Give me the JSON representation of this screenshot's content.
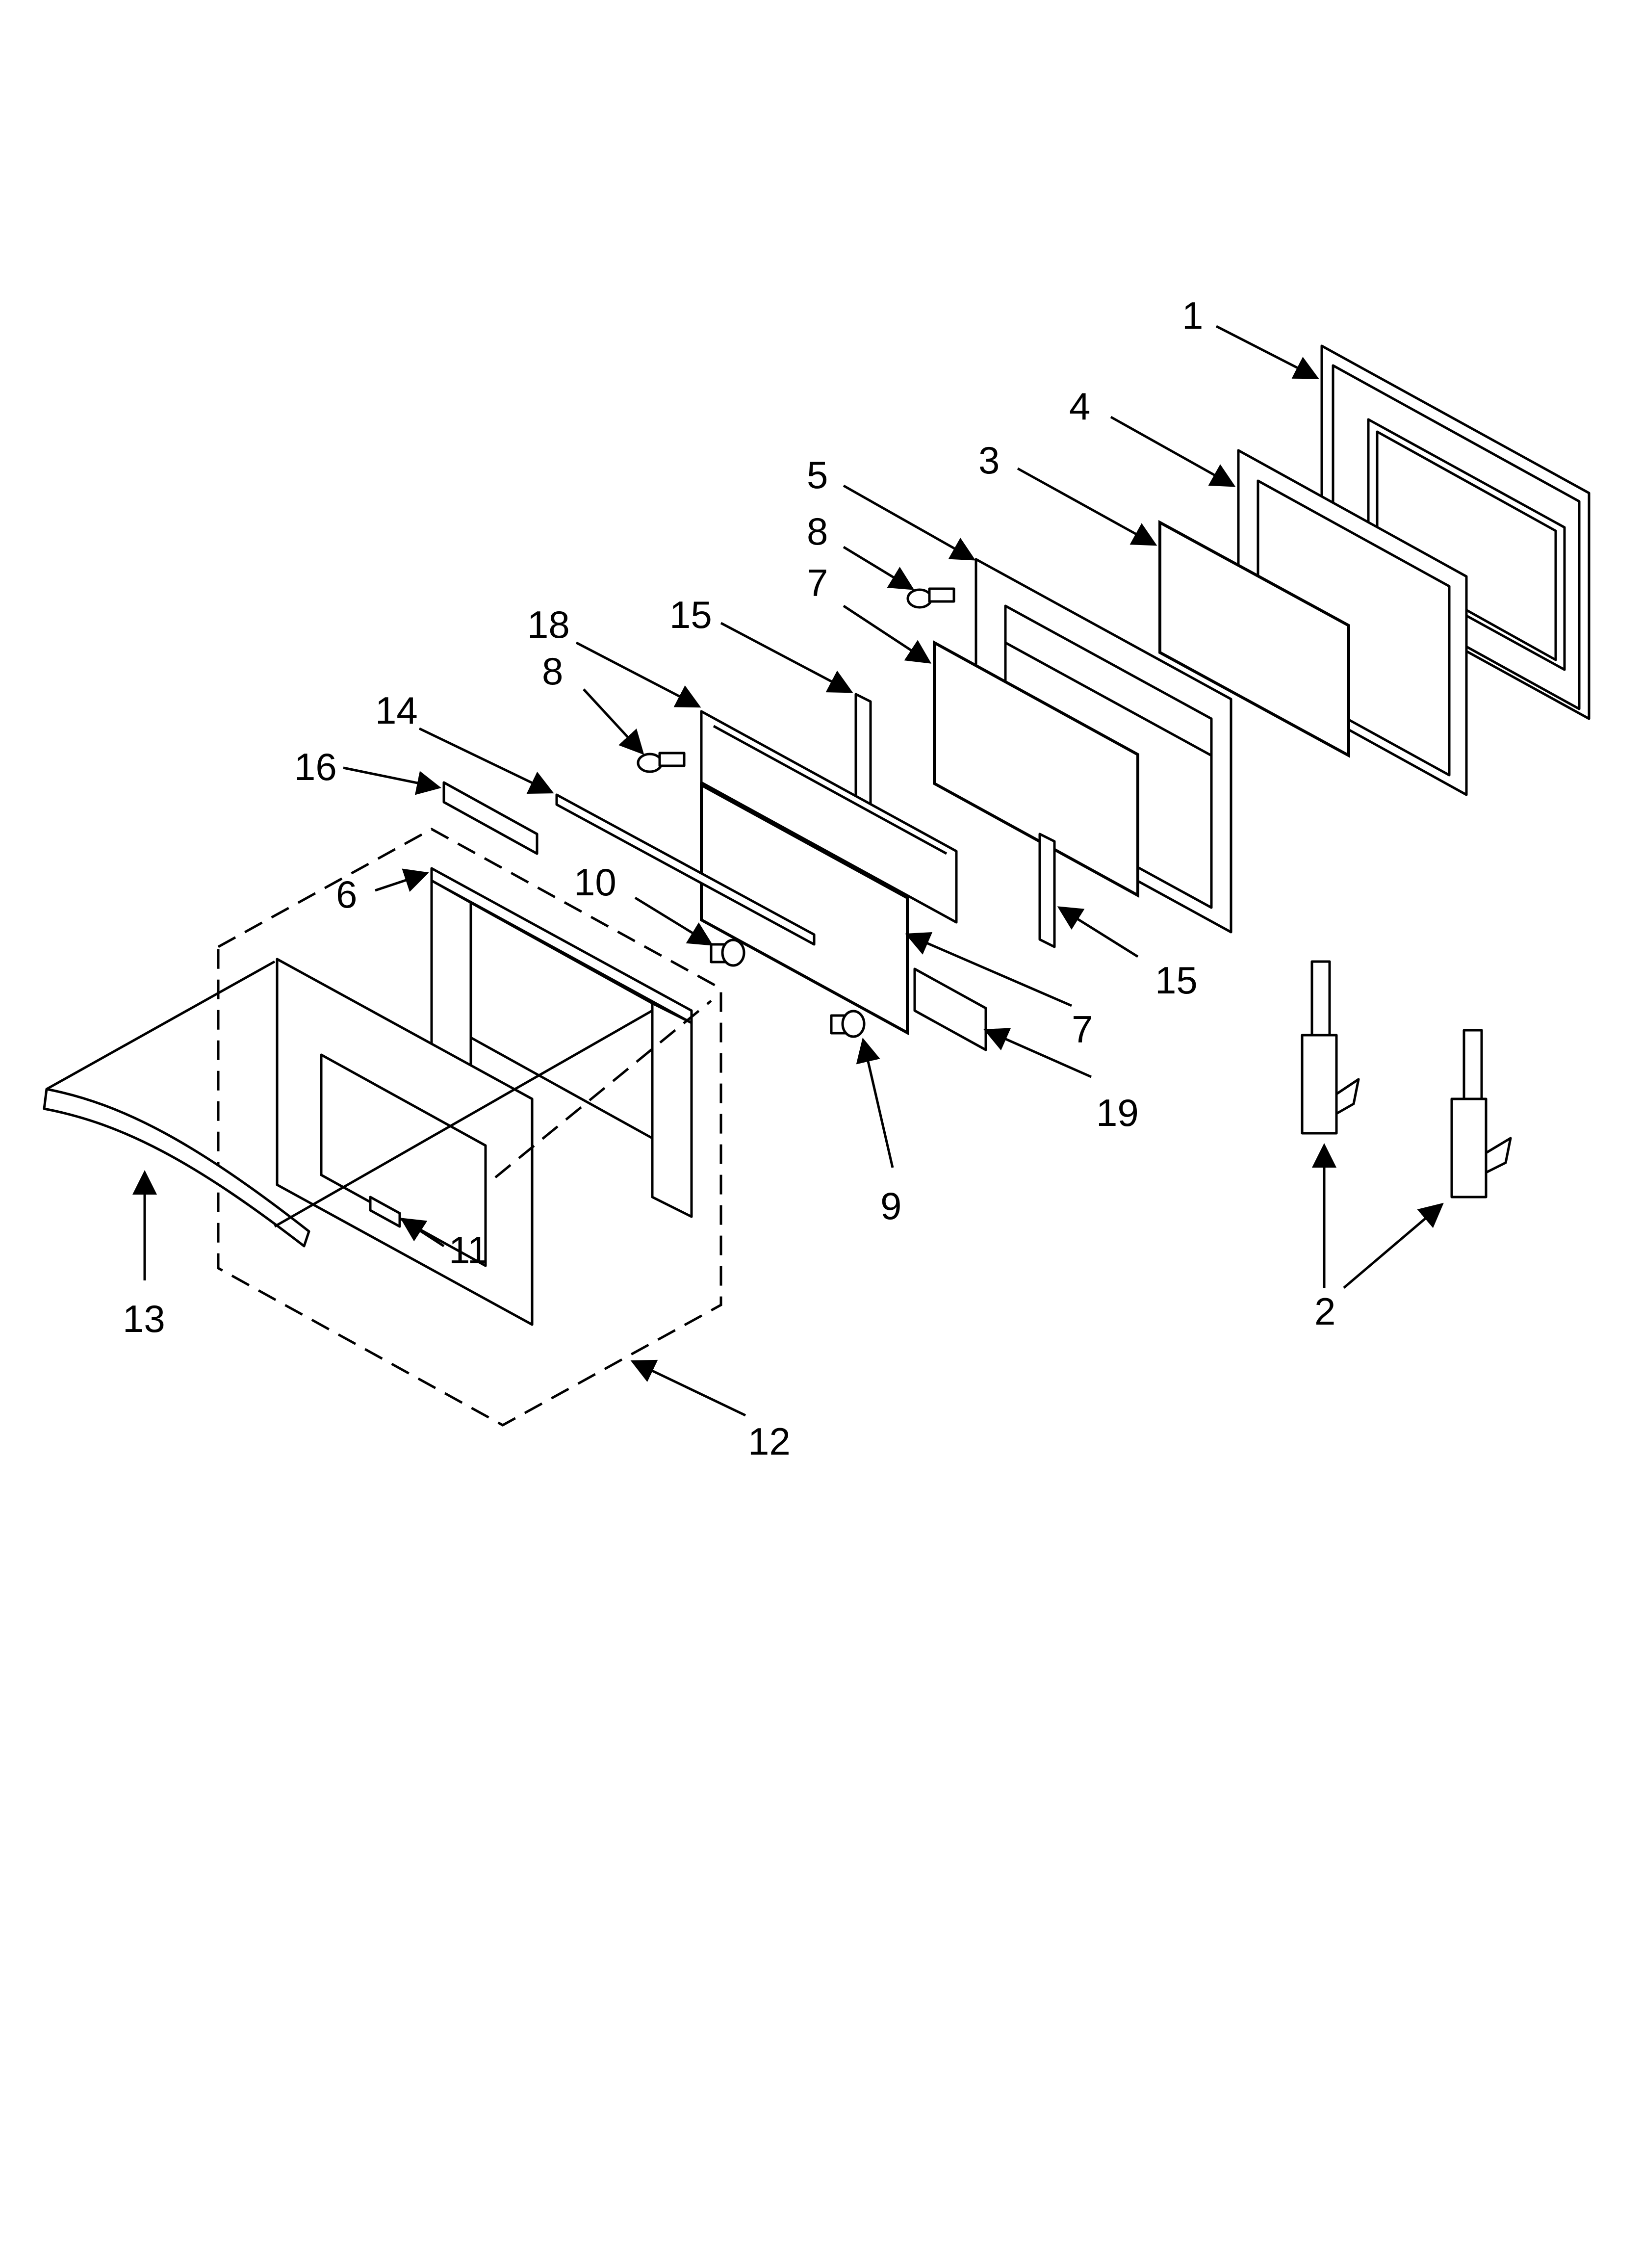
{
  "callouts": [
    {
      "id": "c1",
      "label": "1"
    },
    {
      "id": "c2",
      "label": "2"
    },
    {
      "id": "c3",
      "label": "3"
    },
    {
      "id": "c4",
      "label": "4"
    },
    {
      "id": "c5",
      "label": "5"
    },
    {
      "id": "c6",
      "label": "6"
    },
    {
      "id": "c7a",
      "label": "7"
    },
    {
      "id": "c7b",
      "label": "7"
    },
    {
      "id": "c8a",
      "label": "8"
    },
    {
      "id": "c8b",
      "label": "8"
    },
    {
      "id": "c9",
      "label": "9"
    },
    {
      "id": "c10",
      "label": "10"
    },
    {
      "id": "c11",
      "label": "11"
    },
    {
      "id": "c12",
      "label": "12"
    },
    {
      "id": "c13",
      "label": "13"
    },
    {
      "id": "c14",
      "label": "14"
    },
    {
      "id": "c15a",
      "label": "15"
    },
    {
      "id": "c15b",
      "label": "15"
    },
    {
      "id": "c16",
      "label": "16"
    },
    {
      "id": "c18",
      "label": "18"
    },
    {
      "id": "c19",
      "label": "19"
    }
  ]
}
